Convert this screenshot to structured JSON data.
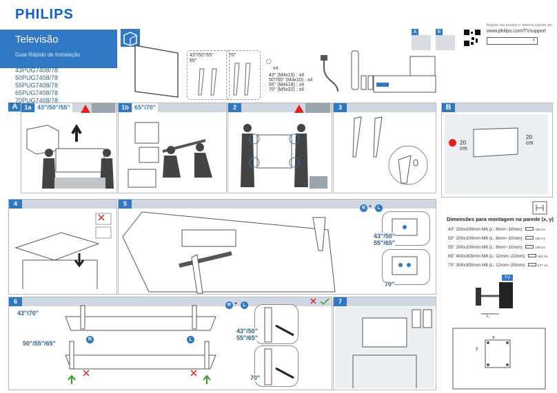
{
  "brand": "PHILIPS",
  "product_title": "Televisão",
  "guide_title": "Guia Rápido de Instalação",
  "models": [
    "43PUG7408/78",
    "50PUG7408/78",
    "55PUG7408/78",
    "65PUG7408/78",
    "70PUG7408/78"
  ],
  "register": {
    "text": "Registe seu produto e obtenha suporte em",
    "url": "www.philips.com/TVsupport"
  },
  "contents": {
    "stand_a_label": "43\"/50\"/55\"\n65\"",
    "stand_b_label": "70\"",
    "qty_clips": "x4",
    "screws": [
      "43\" (M4x10) : x4",
      "50\"/55\" (M4x10) : x4",
      "65\" (M4x18) : x4",
      "70\" (M5x22) : x6"
    ],
    "tab_a": "A",
    "tab_b": "B"
  },
  "sections": {
    "A": "A",
    "B": "B",
    "step1a": "1a",
    "step1a_sizes": "43\"/50\"/55\"",
    "step1b": "1b",
    "step1b_sizes": "65\"/70\"",
    "step2": "2",
    "step3": "3",
    "step4": "4",
    "step5": "5",
    "step6": "6",
    "step7": "7"
  },
  "step5_labels": {
    "rl_r": "R",
    "rl_l": "L",
    "plus": "+",
    "size_a": "43\"/50\"\n55\"/65\"",
    "size_b": "70\""
  },
  "step6_labels": {
    "row1": "43\"/70\"",
    "row2": "50\"/55\"/65\"",
    "r": "R",
    "l": "L",
    "size_a": "43\"/50\"\n55\"/65\"",
    "size_b": "70\""
  },
  "wall": {
    "dim_left": "20\ncm",
    "dim_right": "20\ncm",
    "title": "Dimensões para montagem na parede (x, y)",
    "rows": [
      {
        "size": "43\"",
        "spec": "200x100mm M6 (L: 8mm~10mm)",
        "depth": "108 cm"
      },
      {
        "size": "50\"",
        "spec": "200x100mm M6 (L: 8mm~10mm)",
        "depth": "126 cm"
      },
      {
        "size": "55\"",
        "spec": "200x100mm M6 (L: 8mm~10mm)",
        "depth": "139 cm"
      },
      {
        "size": "65\"",
        "spec": "400x300mm M8 (L: 12mm~22mm)",
        "depth": "164 cm"
      },
      {
        "size": "70\"",
        "spec": "300x300mm M8 (L: 12mm~20mm)",
        "depth": "177 cm"
      }
    ],
    "tv_tag": "TV",
    "l_label": "L",
    "x_label": "x",
    "y_label": "y"
  },
  "colors": {
    "accent": "#2f78c4",
    "warn": "#e02020",
    "ok": "#2aa02a"
  }
}
